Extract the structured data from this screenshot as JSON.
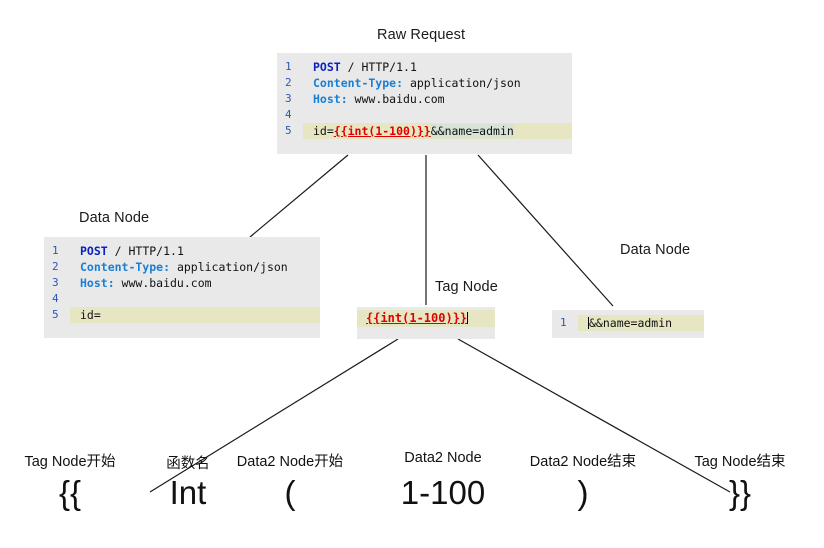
{
  "raw_request": {
    "caption": "Raw Request",
    "lines": [
      {
        "no": "1",
        "parts": [
          {
            "t": "POST",
            "c": "kw"
          },
          {
            "t": " / HTTP/1.1",
            "c": ""
          }
        ]
      },
      {
        "no": "2",
        "parts": [
          {
            "t": "Content-Type:",
            "c": "hdr"
          },
          {
            "t": " application/json",
            "c": ""
          }
        ]
      },
      {
        "no": "3",
        "parts": [
          {
            "t": "Host:",
            "c": "hdr"
          },
          {
            "t": " www.baidu.com",
            "c": ""
          }
        ]
      },
      {
        "no": "4",
        "parts": []
      },
      {
        "no": "5",
        "highlight": true,
        "parts": [
          {
            "t": "id=",
            "c": ""
          },
          {
            "t": "{{int(1-100)}}",
            "c": "tagtok"
          },
          {
            "t": "&&name=admin",
            "c": "sel"
          }
        ]
      }
    ]
  },
  "data_node_left": {
    "caption": "Data Node",
    "lines": [
      {
        "no": "1",
        "parts": [
          {
            "t": "POST",
            "c": "kw"
          },
          {
            "t": " / HTTP/1.1",
            "c": ""
          }
        ]
      },
      {
        "no": "2",
        "parts": [
          {
            "t": "Content-Type:",
            "c": "hdr"
          },
          {
            "t": " application/json",
            "c": ""
          }
        ]
      },
      {
        "no": "3",
        "parts": [
          {
            "t": "Host:",
            "c": "hdr"
          },
          {
            "t": " www.baidu.com",
            "c": ""
          }
        ]
      },
      {
        "no": "4",
        "parts": []
      },
      {
        "no": "5",
        "highlight": true,
        "parts": [
          {
            "t": "id=",
            "c": ""
          }
        ]
      }
    ]
  },
  "tag_node": {
    "caption": "Tag Node",
    "text": "{{int(1-100)}}"
  },
  "data_node_right": {
    "caption": "Data Node",
    "line_no": "1",
    "text": "&&name=admin"
  },
  "tokens": [
    {
      "label": "Tag Node开始",
      "glyph": "{{"
    },
    {
      "label": "函数名",
      "glyph": "Int"
    },
    {
      "label": "Data2 Node开始",
      "glyph": "("
    },
    {
      "label": "Data2 Node",
      "glyph": "1-100"
    },
    {
      "label": "Data2 Node结束",
      "glyph": ")"
    },
    {
      "label": "Tag Node结束",
      "glyph": "}}"
    }
  ],
  "colors": {
    "panel_bg": "#e9e9e9",
    "highlight": "#e6e6c3",
    "selection": "#d7e3d7",
    "keyword": "#0a21c0",
    "header": "#1a7fd4",
    "tag_token": "#e10000",
    "gutter": "#2b57b8",
    "line": "#1a1a1a"
  }
}
